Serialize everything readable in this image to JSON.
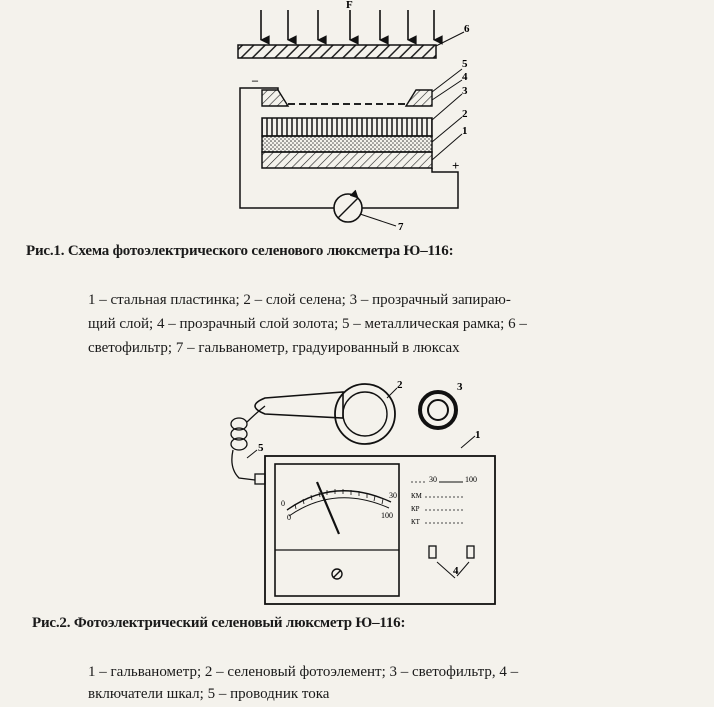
{
  "figure1": {
    "top_arrow_label": "F",
    "labels": [
      "6",
      "5",
      "4",
      "3",
      "2",
      "1",
      "7"
    ],
    "minus_sign": "–",
    "plus_sign": "+",
    "caption": "Рис.1. Схема фотоэлектрического селенового люксметра Ю–116:",
    "legend_lines": [
      "1 – стальная пластинка;     2 – слой селена; 3 – прозрачный запираю-",
      "щий слой; 4 – прозрачный слой золота; 5 – металлическая рамка; 6 –",
      "светофильтр;     7 – гальванометр, градуированный в люксах"
    ]
  },
  "figure2": {
    "labels": [
      "2",
      "3",
      "1",
      "5",
      "4"
    ],
    "dial_numbers": [
      "0",
      "30",
      "0",
      "100"
    ],
    "panel_scale_labels": [
      "30",
      "100"
    ],
    "panel_rows": [
      "КМ",
      "КР",
      "КТ"
    ],
    "caption": "Рис.2. Фотоэлектрический селеновый люксметр Ю–116:",
    "legend_lines": [
      "1 – гальванометр; 2 – селеновый фотоэлемент; 3 – светофильтр,  4 –",
      "включатели шкал; 5 – проводник тока"
    ]
  }
}
